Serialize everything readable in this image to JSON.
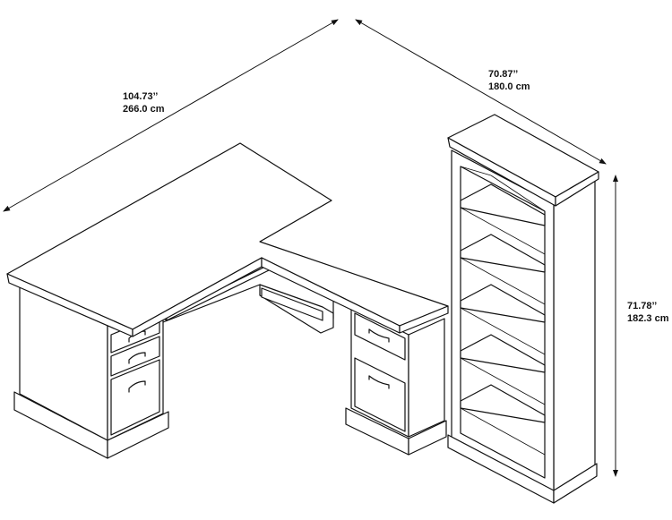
{
  "dimensions": {
    "desk_length": {
      "imperial": "104.73’’",
      "metric": "266.0 cm"
    },
    "desk_depth": {
      "imperial": "70.87’’",
      "metric": "180.0 cm"
    },
    "bookcase_height": {
      "imperial": "71.78’’",
      "metric": "182.3 cm"
    }
  },
  "colors": {
    "line": "#111111",
    "background": "#ffffff"
  }
}
